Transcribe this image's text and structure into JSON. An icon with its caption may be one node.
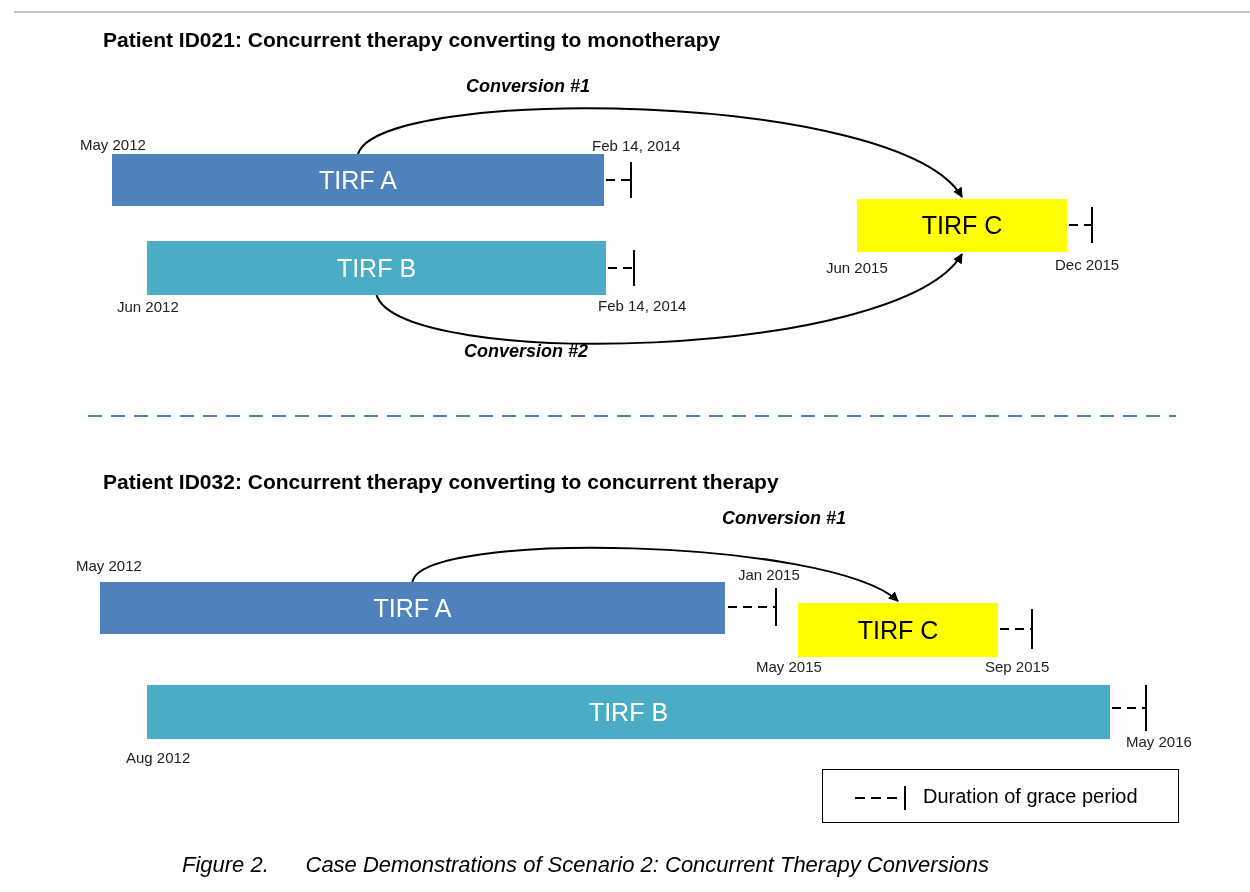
{
  "diagram": {
    "caption": "Figure 2.      Case Demonstrations of Scenario 2: Concurrent Therapy Conversions",
    "nodes": [
      {
        "text": [
          "TIRF A"
        ],
        "beside": [
          "May 2012",
          "Feb 14, 2014"
        ]
      },
      {
        "text": [
          "TIRF B"
        ],
        "beside": [
          "Jun 2012",
          "Feb 14, 2014"
        ]
      },
      {
        "text": [
          "TIRF C"
        ],
        "beside": [
          "Jun 2015",
          "Dec 2015"
        ]
      },
      {
        "text": [
          "TIRF A"
        ],
        "beside": [
          "May 2012",
          "Jan 2015"
        ]
      },
      {
        "text": [
          "TIRF C"
        ],
        "beside": [
          "May 2015",
          "Sep 2015"
        ]
      },
      {
        "text": [
          "TIRF B"
        ],
        "beside": [
          "Aug 2012",
          "May 2016"
        ]
      }
    ],
    "edges": [
      {
        "from": 0,
        "to": 2,
        "arrow": "to",
        "label": "Conversion #1"
      },
      {
        "from": 1,
        "to": 2,
        "arrow": "to",
        "label": "Conversion #2"
      },
      {
        "from": 3,
        "to": 4,
        "arrow": "to",
        "label": "Conversion #1"
      }
    ],
    "labels": [
      "Patient ID021: Concurrent therapy converting to monotherapy",
      "Patient ID032: Concurrent therapy converting to concurrent therapy"
    ],
    "legend": [
      {
        "text": "Duration of grace period"
      }
    ]
  }
}
